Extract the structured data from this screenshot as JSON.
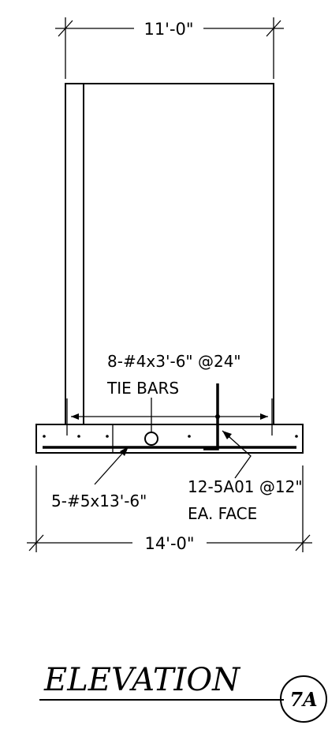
{
  "dimensions": {
    "top": "11'-0\"",
    "bottom": "14'-0\""
  },
  "notes": {
    "tie_bars_line1": "8-#4x3'-6\" @24\"",
    "tie_bars_line2": "TIE BARS",
    "longitudinal": "5-#5x13'-6\"",
    "vertical_line1": "12-5A01 @12\"",
    "vertical_line2": "EA. FACE"
  },
  "title": {
    "text": "ELEVATION",
    "tag": "7A"
  }
}
